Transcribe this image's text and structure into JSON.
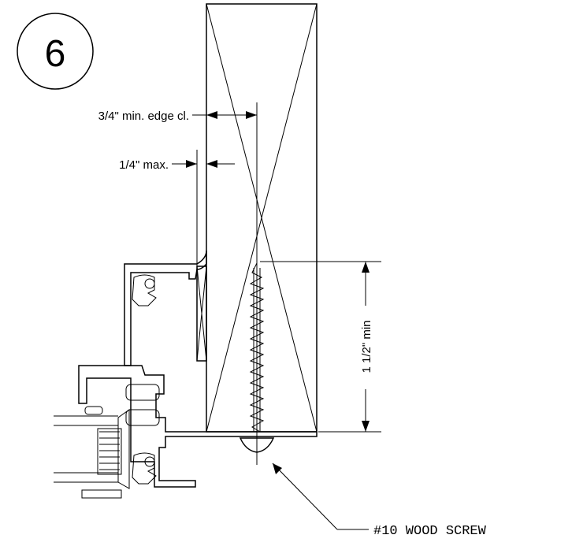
{
  "detail_number": "6",
  "dimensions": {
    "edge_clearance": "3/4\" min. edge cl.",
    "max_offset": "1/4\" max.",
    "embedment": "1 1/2\" min"
  },
  "callouts": {
    "screw": "#10 WOOD SCREW"
  }
}
